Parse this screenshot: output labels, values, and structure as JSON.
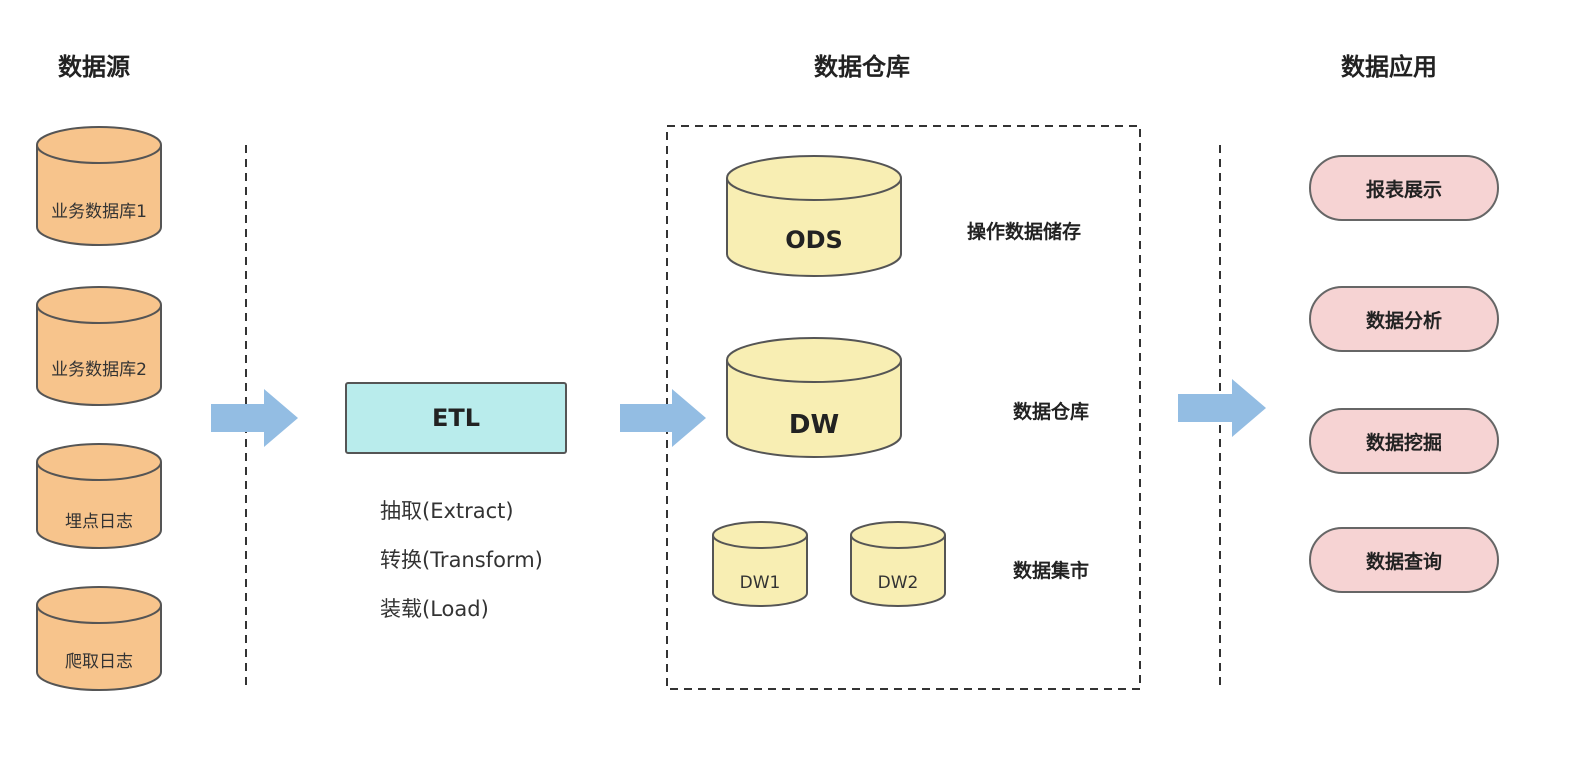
{
  "headers": {
    "sources": "数据源",
    "warehouse": "数据仓库",
    "applications": "数据应用"
  },
  "sources": [
    "业务数据库1",
    "业务数据库2",
    "埋点日志",
    "爬取日志"
  ],
  "etl": {
    "label": "ETL",
    "steps": [
      "抽取(Extract)",
      "转换(Transform)",
      "装载(Load)"
    ]
  },
  "warehouse": {
    "ods": {
      "label": "ODS",
      "desc": "操作数据储存"
    },
    "dw": {
      "label": "DW",
      "desc": "数据仓库"
    },
    "marts": {
      "items": [
        "DW1",
        "DW2"
      ],
      "desc": "数据集市"
    }
  },
  "applications": [
    "报表展示",
    "数据分析",
    "数据挖掘",
    "数据查询"
  ],
  "colors": {
    "source_fill": "#f7c48c",
    "warehouse_fill": "#f8eeb3",
    "etl_fill": "#b9ecec",
    "app_fill": "#f6d3d3",
    "arrow": "#93bde3",
    "stroke": "#555555"
  }
}
